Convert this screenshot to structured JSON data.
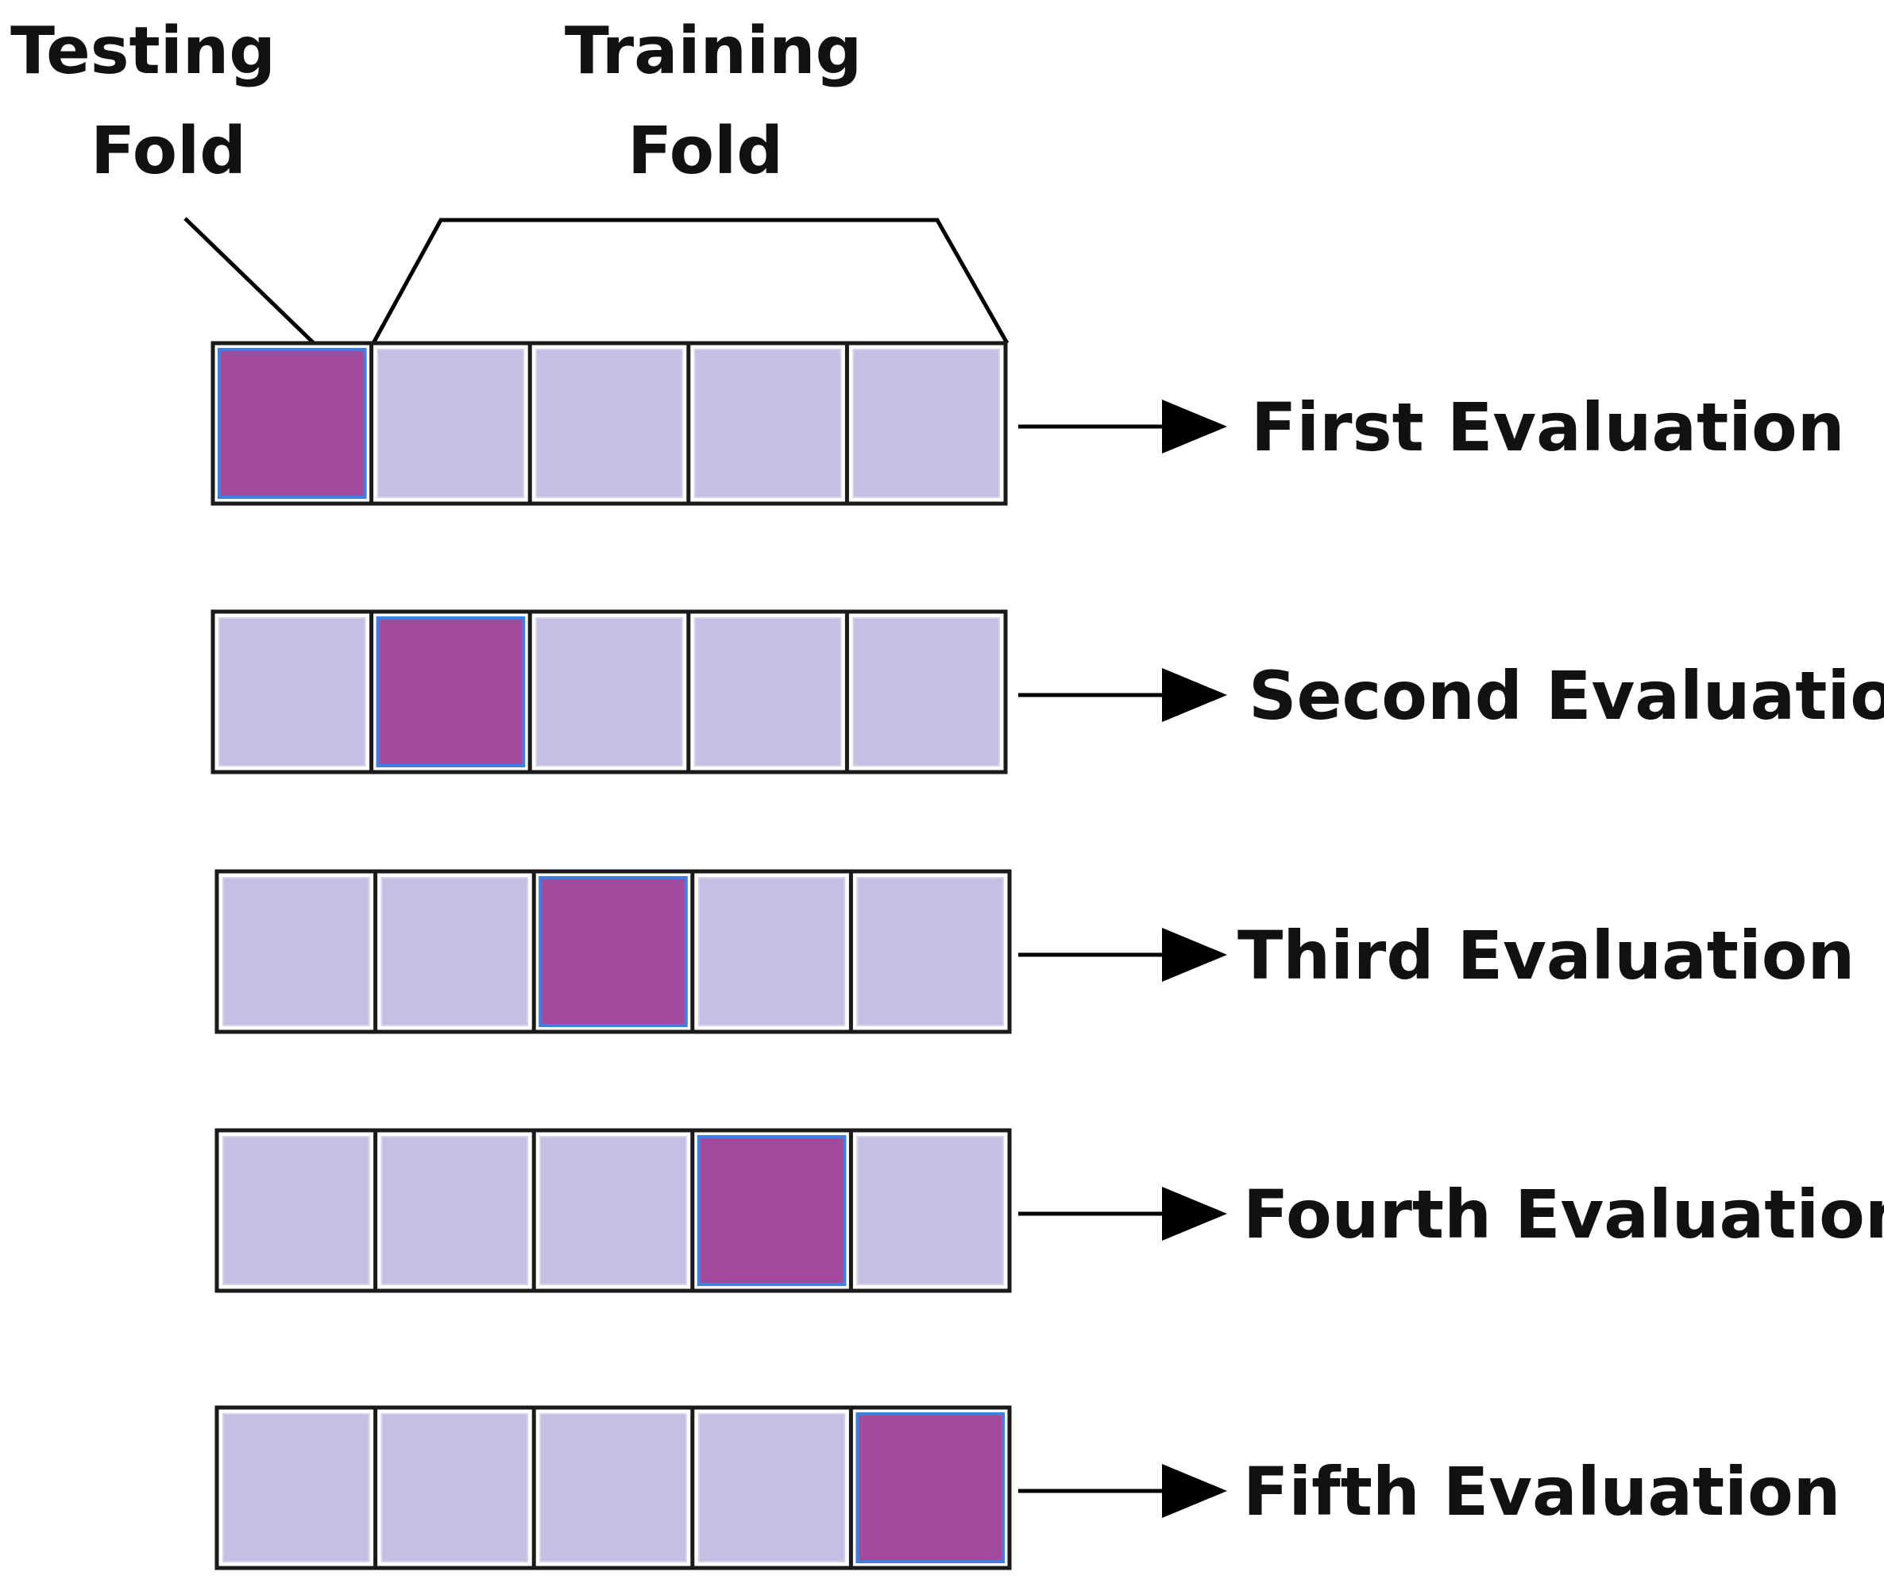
{
  "labels": {
    "testing_line1": "Testing",
    "testing_line2": "Fold",
    "training_line1": "Training",
    "training_line2": "Fold"
  },
  "colors": {
    "testing_fill": "#a24a9e",
    "testing_border": "#3f7fe0",
    "training_fill": "#c7bfe3",
    "cell_border": "#1a1a1a",
    "arrow": "#000000",
    "text": "#111111"
  },
  "folds_per_row": 5,
  "rows": [
    {
      "label": "First Evaluation",
      "testing_fold": 1
    },
    {
      "label": "Second Evaluation",
      "testing_fold": 2
    },
    {
      "label": "Third Evaluation",
      "testing_fold": 3
    },
    {
      "label": "Fourth Evaluation",
      "testing_fold": 4
    },
    {
      "label": "Fifth Evaluation",
      "testing_fold": 5
    }
  ]
}
